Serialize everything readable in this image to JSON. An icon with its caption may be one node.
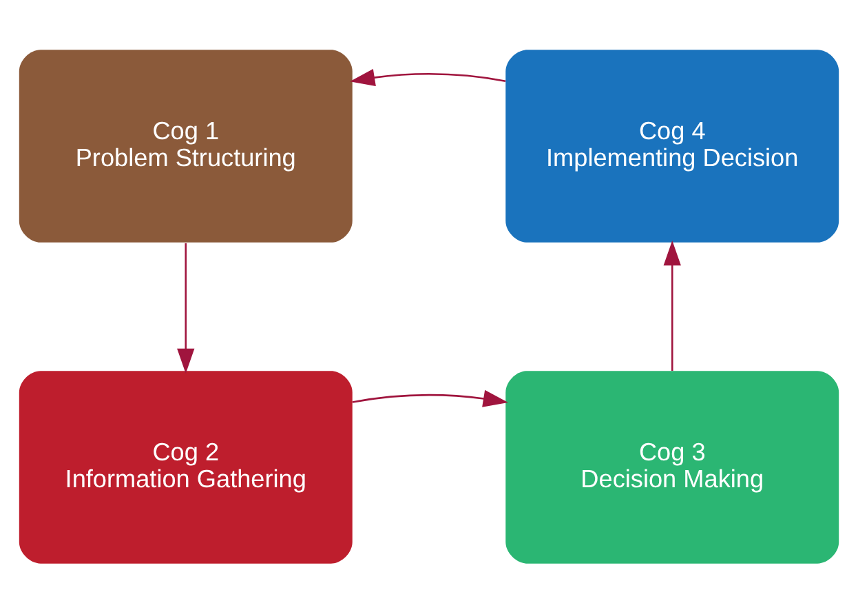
{
  "diagram": {
    "nodes": [
      {
        "text": [
          "Cog 1",
          "Problem Structuring"
        ]
      },
      {
        "text": [
          "Cog 4",
          "Implementing Decision"
        ]
      },
      {
        "text": [
          "Cog 2",
          "Information Gathering"
        ]
      },
      {
        "text": [
          "Cog 3",
          "Decision Making"
        ]
      }
    ],
    "edges": [
      {
        "from": 1,
        "to": 0,
        "arrow": "to"
      },
      {
        "from": 0,
        "to": 2,
        "arrow": "to"
      },
      {
        "from": 2,
        "to": 3,
        "arrow": "to"
      },
      {
        "from": 3,
        "to": 1,
        "arrow": "to"
      }
    ]
  }
}
